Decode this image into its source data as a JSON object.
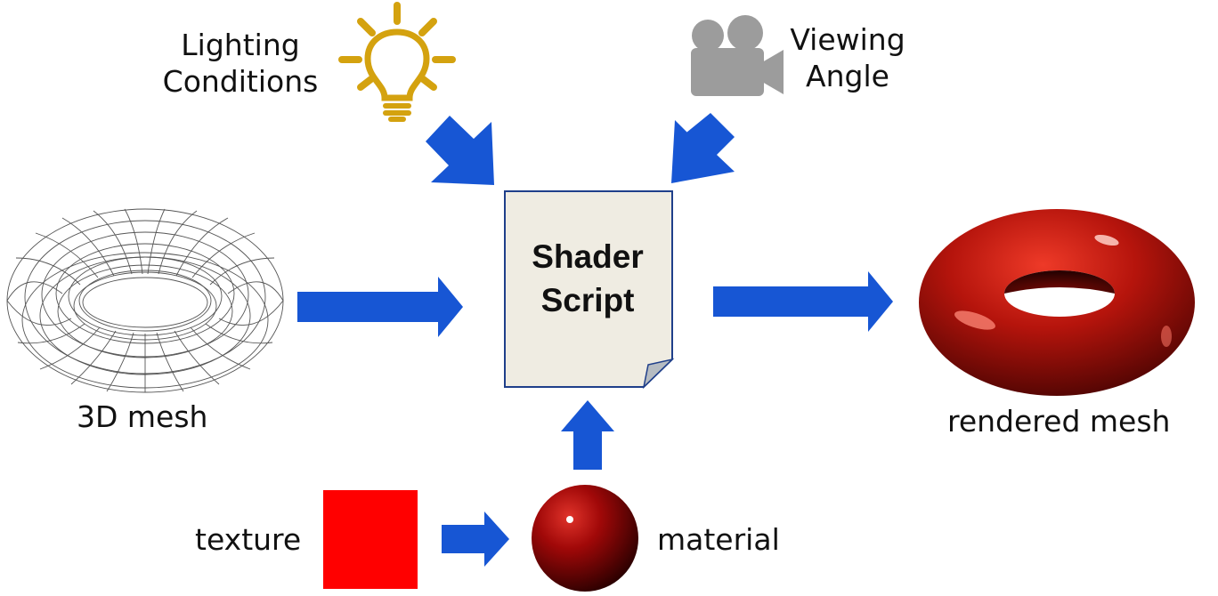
{
  "labels": {
    "lighting_line1": "Lighting",
    "lighting_line2": "Conditions",
    "viewing_line1": "Viewing",
    "viewing_line2": "Angle",
    "shader_line1": "Shader",
    "shader_line2": "Script",
    "mesh": "3D mesh",
    "rendered_mesh": "rendered mesh",
    "texture": "texture",
    "material": "material"
  },
  "colors": {
    "arrow": "#1756d4",
    "bulb": "#d4a20f",
    "camera": "#9c9c9c",
    "document_fill": "#efece2",
    "document_stroke": "#1f3f8a",
    "texture": "#ff0000",
    "torus_red": "#b5140c",
    "material_red": "#8c0606"
  },
  "icons": [
    "lightbulb-icon",
    "video-camera-icon"
  ]
}
